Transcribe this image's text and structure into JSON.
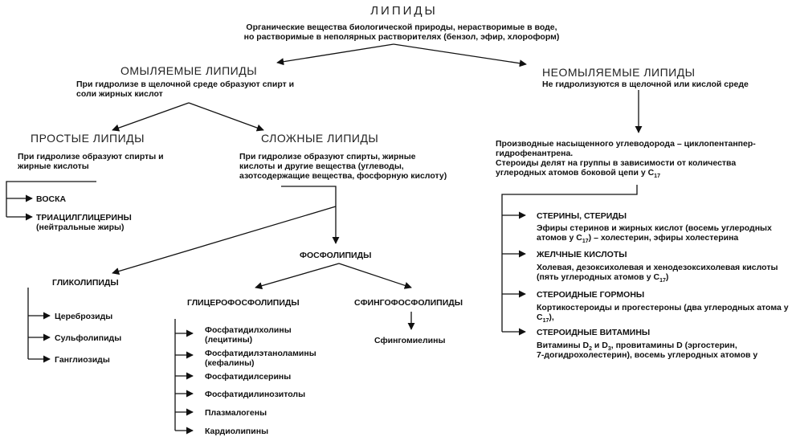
{
  "root": {
    "title": "ЛИПИДЫ",
    "desc1": "Органические вещества биологической природы, нерастворимые в воде,",
    "desc2": "но растворимые в неполярных растворителях (бензол, эфир, хлороформ)"
  },
  "saponifiable": {
    "title": "ОМЫЛЯЕМЫЕ ЛИПИДЫ",
    "desc1": "При гидролизе в щелочной среде образуют спирт и",
    "desc2": "соли жирных кислот"
  },
  "unsaponifiable": {
    "title": "НЕОМЫЛЯЕМЫЕ ЛИПИДЫ",
    "desc1": "Не гидролизуются в щелочной или кислой среде",
    "detail1": "Производные насыщенного углеводорода – циклопентанпер-",
    "detail2": "гидрофенантрена.",
    "detail3": "Стероиды делят на группы в зависимости от количества",
    "detail4a": "углеродных атомов боковой цепи у C",
    "detail4sub": "17",
    "groups": [
      {
        "title": "СТЕРИНЫ, СТЕРИДЫ",
        "l1": "Эфиры стеринов и жирных кислот (восемь углеродных",
        "l2a": "атомов у C",
        "l2sub": "17",
        "l2b": ") – холестерин, эфиры холестерина"
      },
      {
        "title": "ЖЕЛЧНЫЕ КИСЛОТЫ",
        "l1": "Холевая, дезоксихолевая и хенодезоксихолевая кислоты",
        "l2a": "(пять углеродных атомов у C",
        "l2sub": "17",
        "l2b": ")"
      },
      {
        "title": "СТЕРОИДНЫЕ ГОРМОНЫ",
        "l1": "Кортикостероиды и прогестероны (два углеродных атома у",
        "l2a": "C",
        "l2sub": "17",
        "l2b": "),"
      },
      {
        "title": "СТЕРОИДНЫЕ ВИТАМИНЫ",
        "l1a": "Витамины D",
        "l1s1": "2",
        "l1b": " и D",
        "l1s2": "3",
        "l1c": ", провитамины D (эргостерин,",
        "l2": "7-догидрохолестерин), восемь углеродных атомов у"
      }
    ]
  },
  "simple": {
    "title": "ПРОСТЫЕ ЛИПИДЫ",
    "desc1": "При гидролизе образуют спирты и",
    "desc2": "жирные кислоты",
    "items": [
      "ВОСКА",
      "ТРИАЦИЛГЛИЦЕРИНЫ",
      "(нейтральные жиры)"
    ]
  },
  "complex": {
    "title": "СЛОЖНЫЕ ЛИПИДЫ",
    "desc1": "При гидролизе образуют спирты, жирные",
    "desc2": "кислоты и другие вещества (углеводы,",
    "desc3": "азотсодержащие вещества, фосфорную кислоту)"
  },
  "phospholipids": {
    "title": "ФОСФОЛИПИДЫ"
  },
  "glycolipids": {
    "title": "ГЛИКОЛИПИДЫ",
    "items": [
      "Цереброзиды",
      "Сульфолипиды",
      "Ганглиозиды"
    ]
  },
  "glycerophospholipids": {
    "title": "ГЛИЦЕРОФОСФОЛИПИДЫ",
    "items": [
      "Фосфатидилхолины",
      "(лецитины)",
      "Фосфатидилэтаноламины",
      "(кефалины)",
      "Фосфатидилсерины",
      "Фосфатидилинозитолы",
      "Плазмалогены",
      "Кардиолипины"
    ]
  },
  "sphingophospholipids": {
    "title": "СФИНГОФОСФОЛИПИДЫ",
    "items": [
      "Сфингомиелины"
    ]
  }
}
